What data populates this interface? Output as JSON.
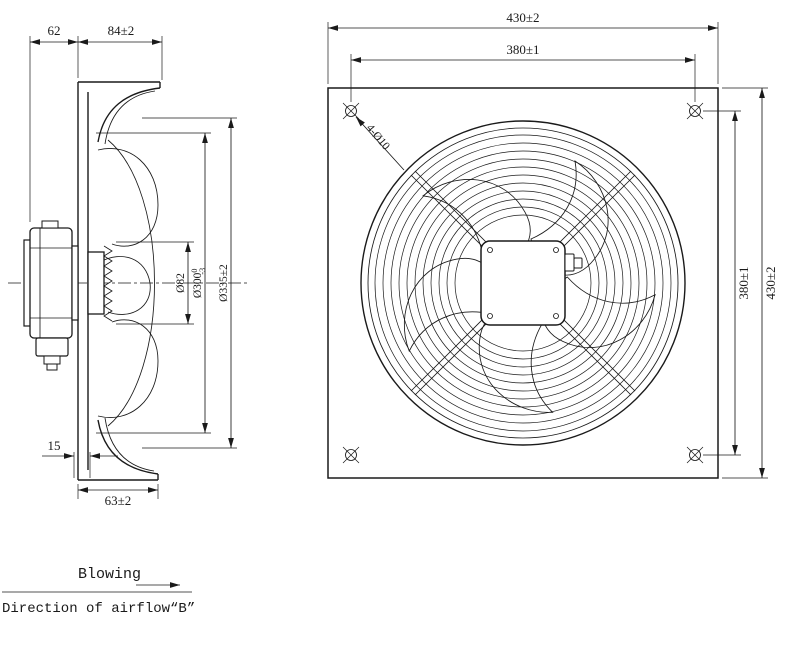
{
  "colors": {
    "line": "#1a1a1a",
    "background": "#ffffff"
  },
  "side_view": {
    "dim_motor_depth": "62",
    "dim_front_depth": "84±2",
    "dim_hub_dia": "Ø82",
    "dim_fan_dia": "Ø300",
    "dim_fan_dia_upper": "0",
    "dim_fan_dia_lower": "-3",
    "dim_bell_dia": "Ø335±2",
    "dim_flange_lip": "15",
    "dim_bottom_depth": "63±2"
  },
  "front_view": {
    "dim_plate_width": "430±2",
    "dim_hole_spacing_h": "380±1",
    "dim_hole_spacing_v": "380±1",
    "dim_plate_height": "430±2",
    "holes_label": "4-Ø10"
  },
  "airflow": {
    "blowing": "Blowing",
    "direction": "Direction of airflow“B”"
  }
}
